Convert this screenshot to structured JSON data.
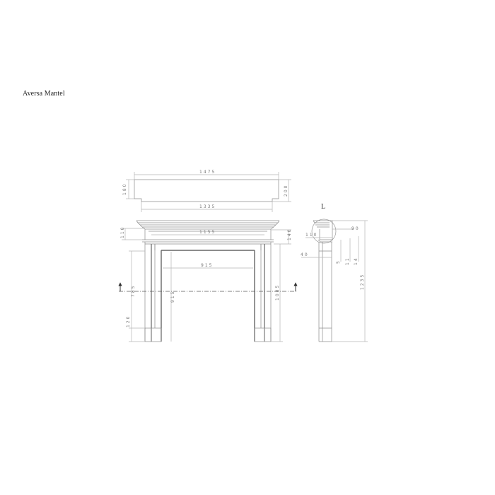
{
  "title": "Aversa Mantel",
  "shelf_plan": {
    "top_width": "1475",
    "bottom_width": "1335",
    "left_depth": "180",
    "right_depth": "200"
  },
  "front_elevation": {
    "frieze_width": "1155",
    "opening_width": "915",
    "opening_height": "915",
    "cornice_height": "110",
    "frieze_height": "140",
    "leg_height": "785",
    "plinth_height": "120",
    "overall_leg_height": "1085"
  },
  "side_elevation": {
    "detail_label": "L",
    "shelf_projection": "90",
    "cornice_projection": "110",
    "leg_depth": "40",
    "dim_5": "5",
    "dim_11": "11",
    "dim_14": "14",
    "overall_height": "1235"
  },
  "colors": {
    "line": "#9a9a9a",
    "dark_line": "#555555",
    "dim_line": "#b5b5b5"
  }
}
